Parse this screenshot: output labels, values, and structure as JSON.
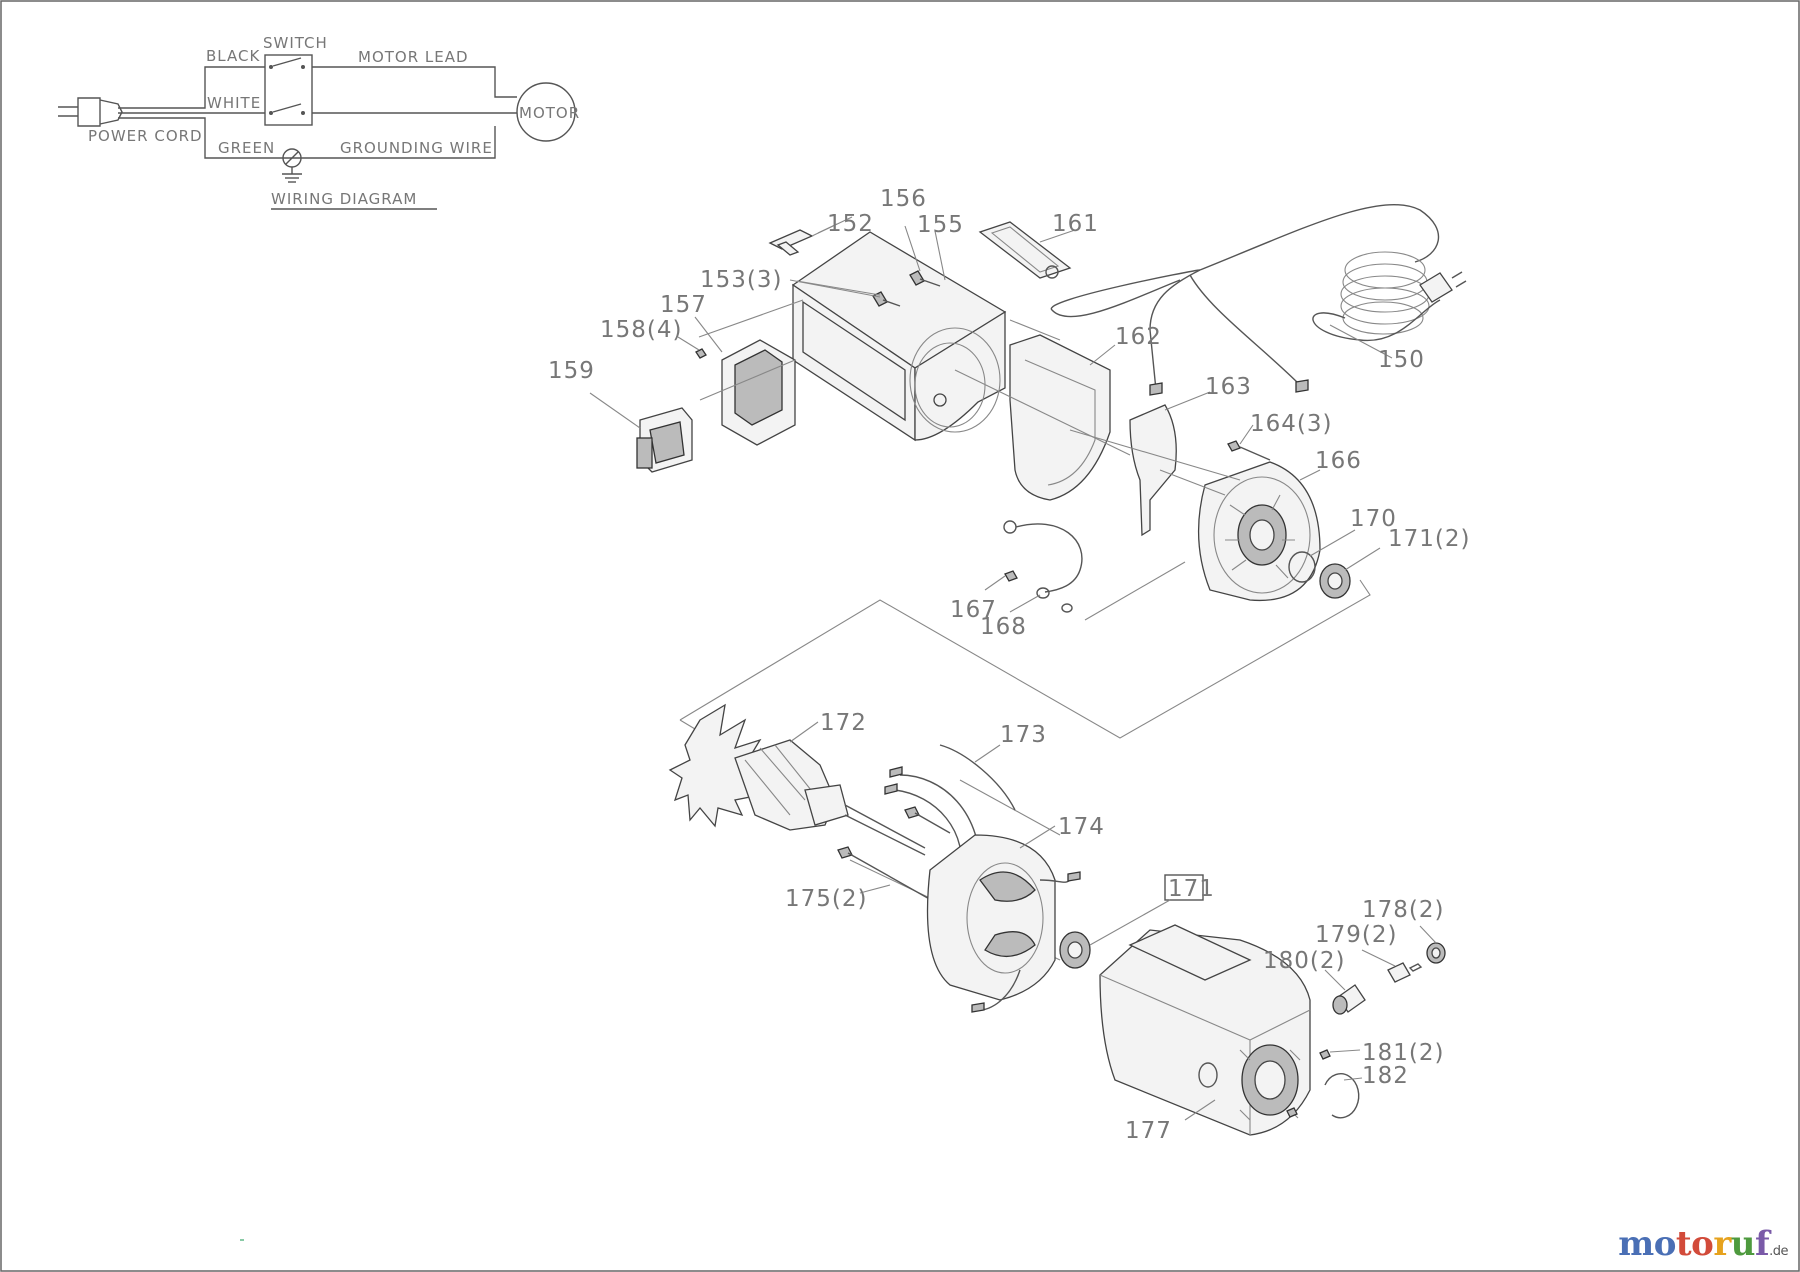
{
  "wiring": {
    "title": "WIRING DIAGRAM",
    "black": "BLACK",
    "switch": "SWITCH",
    "motor_lead": "MOTOR LEAD",
    "white": "WHITE",
    "motor": "MOTOR",
    "power_cord": "POWER CORD",
    "green": "GREEN",
    "grounding_wire": "GROUNDING WIRE"
  },
  "parts": {
    "p150": "150",
    "p152": "152",
    "p153": "153(3)",
    "p155": "155",
    "p156": "156",
    "p157": "157",
    "p158": "158(4)",
    "p159": "159",
    "p161": "161",
    "p162": "162",
    "p163": "163",
    "p164": "164(3)",
    "p166": "166",
    "p167": "167",
    "p168": "168",
    "p170": "170",
    "p171a": "171(2)",
    "p171b": "171",
    "p172": "172",
    "p173": "173",
    "p174": "174",
    "p175": "175(2)",
    "p177": "177",
    "p178": "178(2)",
    "p179": "179(2)",
    "p180": "180(2)",
    "p181": "181(2)",
    "p182": "182"
  },
  "watermark": {
    "brand_1": "mo",
    "brand_2": "to",
    "brand_3": "r",
    "brand_4": "u",
    "brand_5": "f",
    "tld": ".de"
  }
}
